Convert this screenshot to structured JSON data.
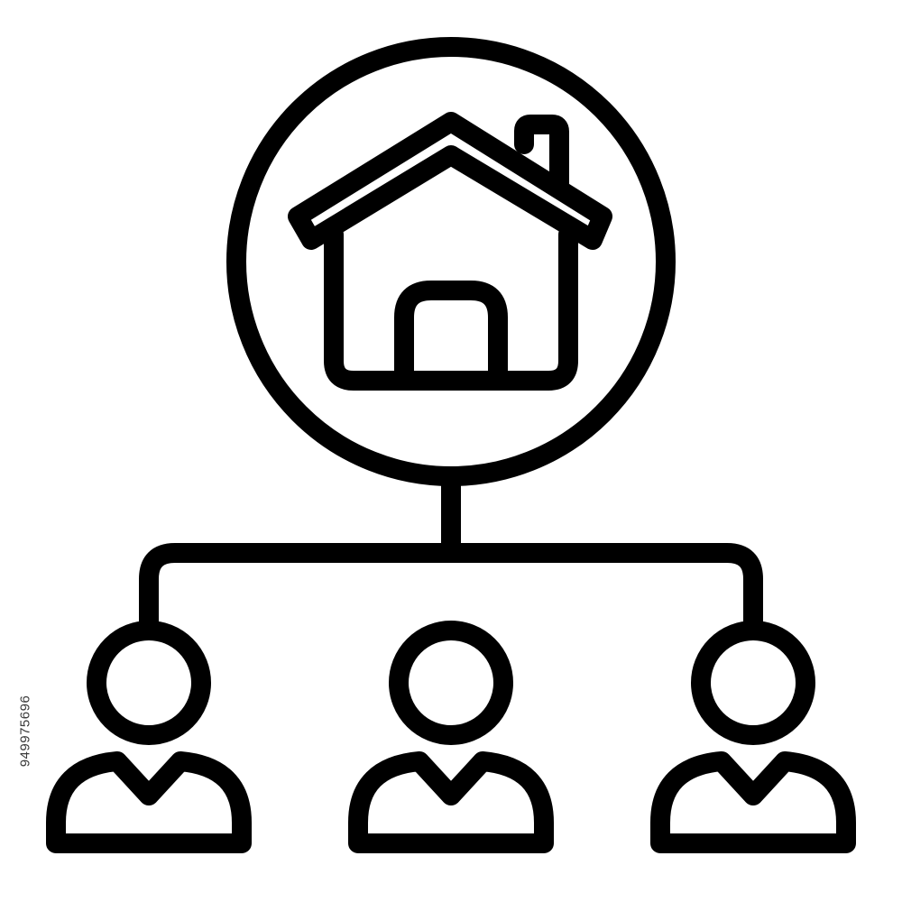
{
  "colors": {
    "stroke": "#000000",
    "background": "#ffffff",
    "watermark_text": "#3a3a3a"
  },
  "icon": {
    "name": "family-home-network-icon",
    "parts": [
      "home-circle",
      "house-icon",
      "connector-lines",
      "person-icon-left",
      "person-icon-center",
      "person-icon-right"
    ]
  },
  "watermark": {
    "id_text": "949975696"
  }
}
